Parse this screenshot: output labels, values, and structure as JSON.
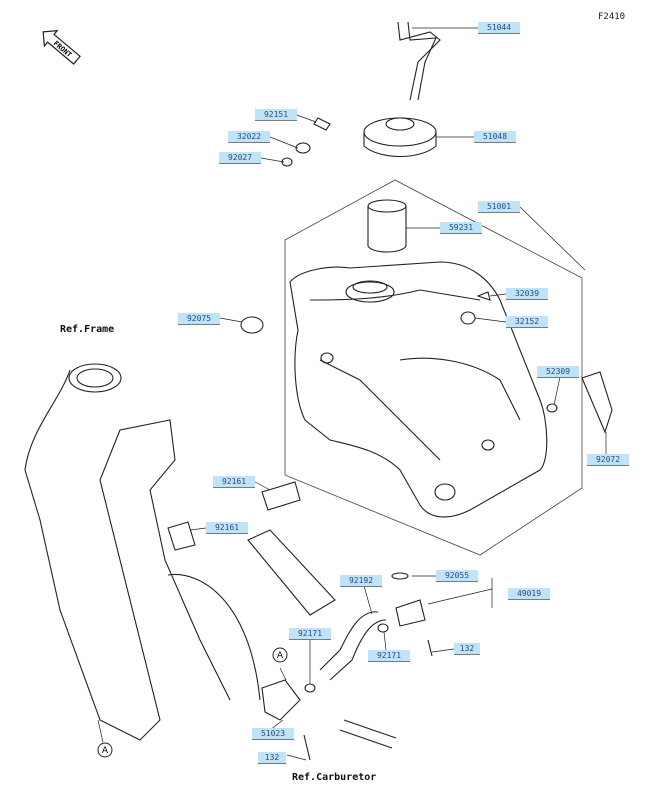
{
  "figure_id": "F2410",
  "front_label": "FRONT",
  "ref_frame": "Ref.Frame",
  "ref_carburetor": "Ref.Carburetor",
  "circle_marker": "A",
  "label_color": "#bfe3f7",
  "parts": [
    {
      "id": "p51044",
      "text": "51044"
    },
    {
      "id": "p51048",
      "text": "51048"
    },
    {
      "id": "p92151",
      "text": "92151"
    },
    {
      "id": "p32022",
      "text": "32022"
    },
    {
      "id": "p92027",
      "text": "92027"
    },
    {
      "id": "p51001",
      "text": "51001"
    },
    {
      "id": "p59231",
      "text": "59231"
    },
    {
      "id": "p32039",
      "text": "32039"
    },
    {
      "id": "p92075",
      "text": "92075"
    },
    {
      "id": "p32152",
      "text": "32152"
    },
    {
      "id": "p52309",
      "text": "52309"
    },
    {
      "id": "p92072",
      "text": "92072"
    },
    {
      "id": "p92161a",
      "text": "92161"
    },
    {
      "id": "p92161b",
      "text": "92161"
    },
    {
      "id": "p92192",
      "text": "92192"
    },
    {
      "id": "p92055",
      "text": "92055"
    },
    {
      "id": "p49019",
      "text": "49019"
    },
    {
      "id": "p92171a",
      "text": "92171"
    },
    {
      "id": "p92171b",
      "text": "92171"
    },
    {
      "id": "p132a",
      "text": "132"
    },
    {
      "id": "p51023",
      "text": "51023"
    },
    {
      "id": "p132b",
      "text": "132"
    }
  ]
}
